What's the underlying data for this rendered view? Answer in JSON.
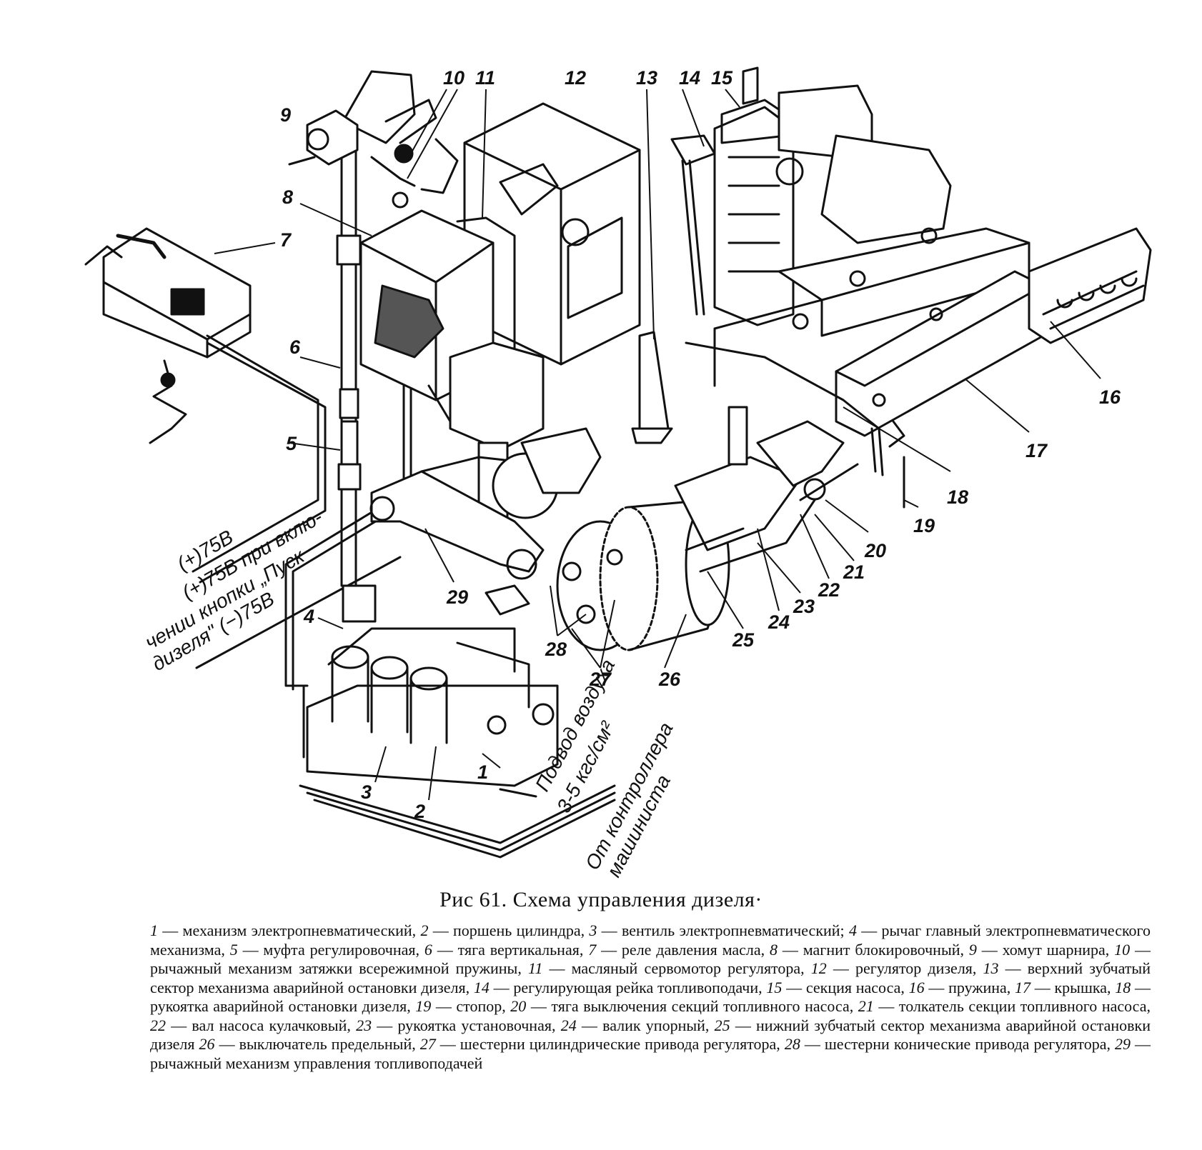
{
  "figure": {
    "callouts": [
      "1",
      "2",
      "3",
      "4",
      "5",
      "6",
      "7",
      "8",
      "9",
      "10",
      "11",
      "12",
      "13",
      "14",
      "15",
      "16",
      "17",
      "18",
      "19",
      "20",
      "21",
      "22",
      "23",
      "24",
      "25",
      "26",
      "27",
      "28",
      "29"
    ],
    "wire_labels": {
      "plus75": "(+)75В",
      "plus75_start_1": "(+)75В при вклю-",
      "plus75_start_2": "чении кнопки „Пуск",
      "plus75_start_3": "дизеля\" (−)75В",
      "air_1": "Подвод воздуха",
      "air_2": "3-5 кгс/см²",
      "ctrl_1": "От контроллера",
      "ctrl_2": "машиниста"
    }
  },
  "caption": "Рис 61. Схема управления дизеля·",
  "legend": [
    {
      "n": "1",
      "t": "механизм электропневматический,"
    },
    {
      "n": "2",
      "t": "поршень цилиндра,"
    },
    {
      "n": "3",
      "t": "вентиль электропневматический;"
    },
    {
      "n": "4",
      "t": "рычаг главный электропневматического механизма,"
    },
    {
      "n": "5",
      "t": "муфта регулировочная,"
    },
    {
      "n": "6",
      "t": "тяга вертикальная,"
    },
    {
      "n": "7",
      "t": "реле давления масла,"
    },
    {
      "n": "8",
      "t": "магнит блокировочный,"
    },
    {
      "n": "9",
      "t": "хомут шарнира,"
    },
    {
      "n": "10",
      "t": "рычажный механизм затяжки всережимной пружины,"
    },
    {
      "n": "11",
      "t": "масляный сервомотор регулятора,"
    },
    {
      "n": "12",
      "t": "регулятор дизеля,"
    },
    {
      "n": "13",
      "t": "верхний зубчатый сектор механизма аварийной остановки дизеля,"
    },
    {
      "n": "14",
      "t": "регулирующая рейка топливоподачи,"
    },
    {
      "n": "15",
      "t": "секция насоса,"
    },
    {
      "n": "16",
      "t": "пружина,"
    },
    {
      "n": "17",
      "t": "крышка,"
    },
    {
      "n": "18",
      "t": "рукоятка аварийной остановки дизеля,"
    },
    {
      "n": "19",
      "t": "стопор,"
    },
    {
      "n": "20",
      "t": "тяга выключения секций топливного насоса,"
    },
    {
      "n": "21",
      "t": "толкатель секции топливного насоса,"
    },
    {
      "n": "22",
      "t": "вал насоса кулачковый,"
    },
    {
      "n": "23",
      "t": "рукоятка установочная,"
    },
    {
      "n": "24",
      "t": "валик упорный,"
    },
    {
      "n": "25",
      "t": "нижний зубчатый сектор механизма аварийной остановки дизеля"
    },
    {
      "n": "26",
      "t": "выключатель предельный,"
    },
    {
      "n": "27",
      "t": "шестерни цилиндрические привода регулятора,"
    },
    {
      "n": "28",
      "t": "шестерни конические привода регулятора,"
    },
    {
      "n": "29",
      "t": "рычажный механизм управления топливоподачей"
    }
  ]
}
